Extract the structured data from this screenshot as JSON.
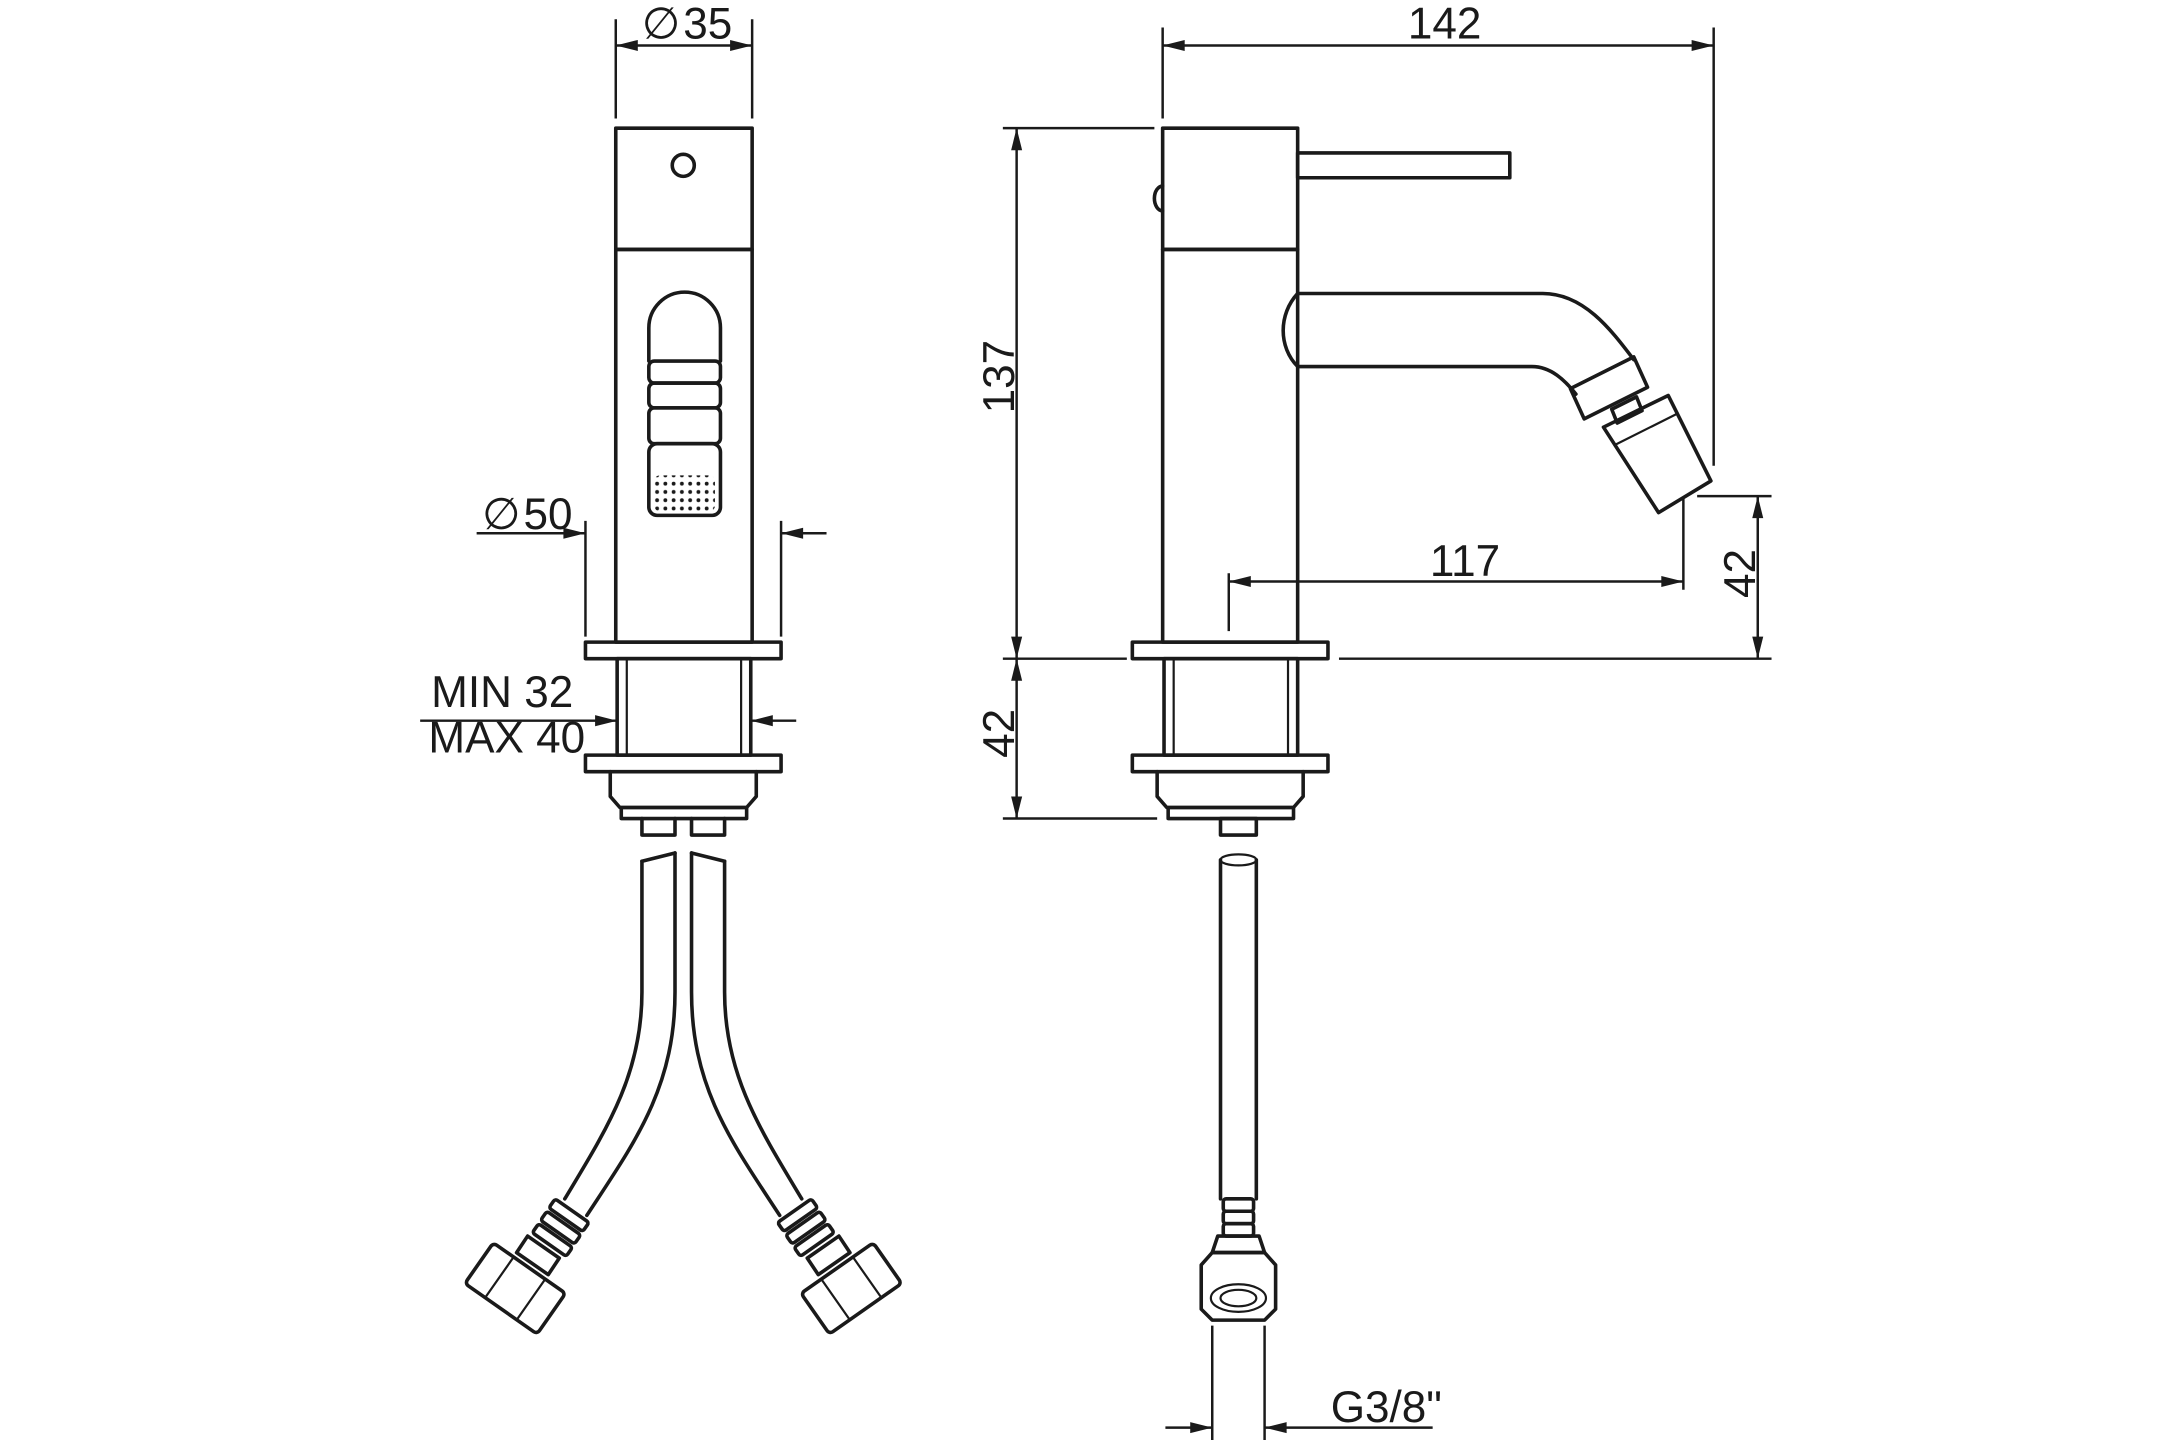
{
  "front_view": {
    "diameter_symbol": "∅",
    "body_diameter": "35",
    "base_diameter": "50",
    "deck_min": "MIN 32",
    "deck_max": "MAX 40"
  },
  "side_view": {
    "overall_depth": "142",
    "overall_height": "137",
    "spout_reach": "117",
    "outlet_height": "42",
    "below_deck": "42",
    "connection": "G3/8\""
  }
}
